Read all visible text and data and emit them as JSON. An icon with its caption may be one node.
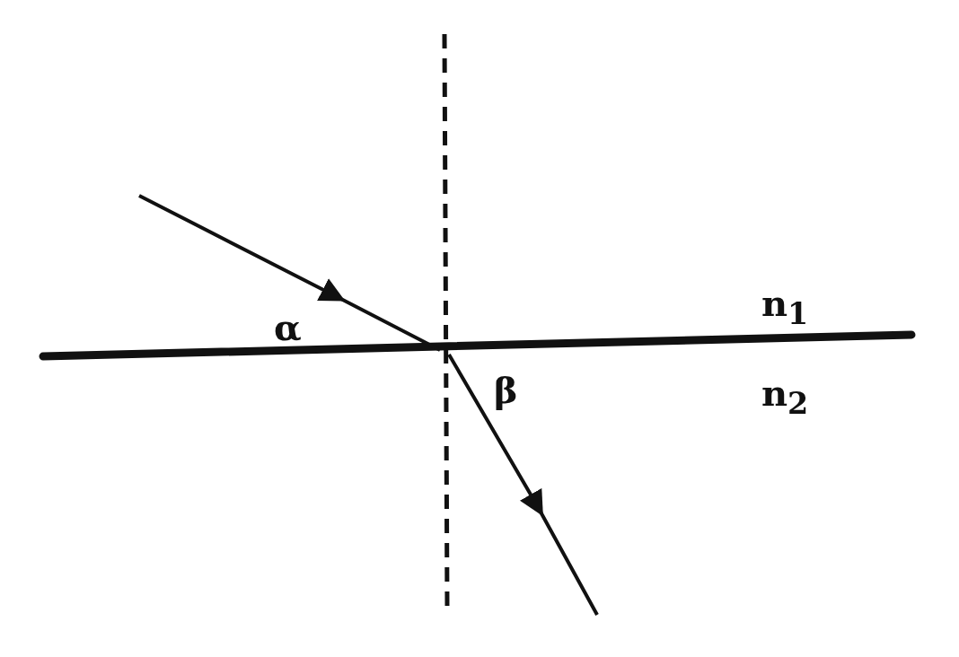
{
  "diagram": {
    "labels": [
      "α",
      "n$_{1}$",
      "β",
      "n$_{2}$"
    ]
  }
}
